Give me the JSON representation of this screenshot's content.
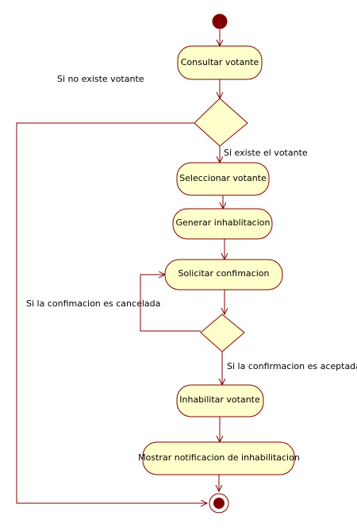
{
  "colors": {
    "line": "#800000",
    "node_fill": "#ffffcc",
    "node_stroke": "#800000",
    "initial_fill": "#800000",
    "background": "#ffffff"
  },
  "diagram": {
    "actions": {
      "consultar": "Consultar votante",
      "seleccionar": "Seleccionar votante",
      "generar": "Generar inhablitacion",
      "solicitar": "Solicitar confimacion",
      "inhabilitar": "Inhabilitar votante",
      "mostrar": "Mostrar notificacion de inhabilitacion"
    },
    "guards": {
      "no_existe": "Si no existe votante",
      "existe": "Si existe el votante",
      "cancelada": "Si la confimacion es cancelada",
      "aceptada": "Si la confirmacion es aceptada"
    },
    "nodes": {
      "initial": "initial",
      "final": "final",
      "decision_1": "decision",
      "decision_2": "decision"
    }
  }
}
